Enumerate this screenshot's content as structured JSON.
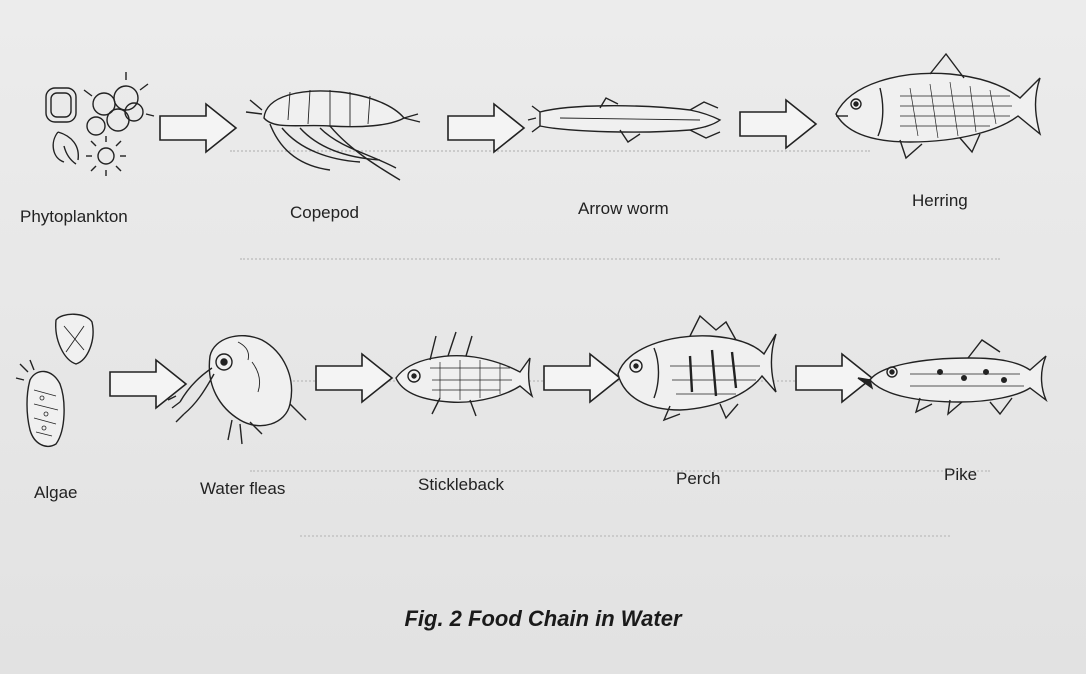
{
  "rows": [
    {
      "organisms": [
        {
          "label": "Phytoplankton",
          "icon": "phytoplankton-icon"
        },
        {
          "label": "Copepod",
          "icon": "copepod-icon"
        },
        {
          "label": "Arrow worm",
          "icon": "arrow-worm-icon"
        },
        {
          "label": "Herring",
          "icon": "herring-icon"
        }
      ]
    },
    {
      "organisms": [
        {
          "label": "Algae",
          "icon": "algae-icon"
        },
        {
          "label": "Water fleas",
          "icon": "water-flea-icon"
        },
        {
          "label": "Stickleback",
          "icon": "stickleback-icon"
        },
        {
          "label": "Perch",
          "icon": "perch-icon"
        },
        {
          "label": "Pike",
          "icon": "pike-icon"
        }
      ]
    }
  ],
  "caption": "Fig.  2  Food Chain in Water",
  "colors": {
    "ink": "#222222",
    "paper": "#e6e6e6",
    "ghost": "#cfcfcf"
  }
}
